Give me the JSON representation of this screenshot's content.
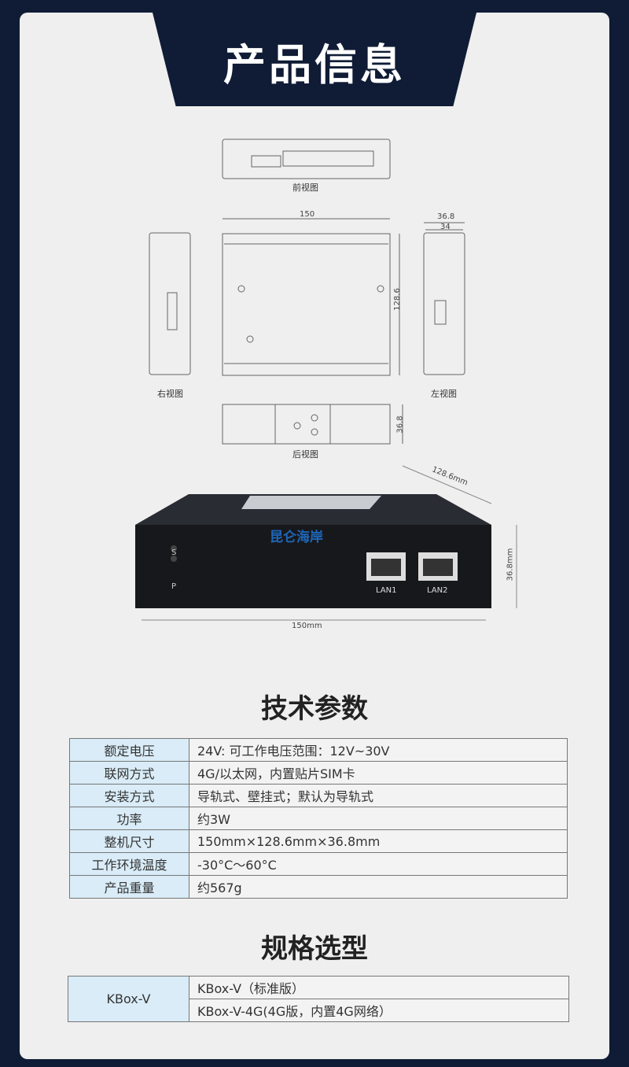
{
  "header": {
    "title": "产品信息"
  },
  "drawings": {
    "front": "前视图",
    "right": "右视图",
    "left": "左视图",
    "back": "后视图",
    "dim_150": "150",
    "dim_128_6": "128.6",
    "dim_36_8": "36.8",
    "dim_34": "34",
    "dim_back_36_8": "36.8"
  },
  "photo": {
    "brand": "昆仑海岸",
    "led_s": "S",
    "led_p": "P",
    "lan1": "LAN1",
    "lan2": "LAN2",
    "depth": "128.6mm",
    "height": "36.8mm",
    "width": "150mm"
  },
  "specs": {
    "title": "技术参数",
    "rows": [
      {
        "k": "额定电压",
        "v": "24V: 可工作电压范围：12V~30V"
      },
      {
        "k": "联网方式",
        "v": "4G/以太网，内置贴片SIM卡"
      },
      {
        "k": "安装方式",
        "v": "导轨式、壁挂式；默认为导轨式"
      },
      {
        "k": "功率",
        "v": "约3W"
      },
      {
        "k": "整机尺寸",
        "v": "150mm×128.6mm×36.8mm"
      },
      {
        "k": "工作环境温度",
        "v": "-30°C～60°C"
      },
      {
        "k": "产品重量",
        "v": "约567g"
      }
    ]
  },
  "models": {
    "title": "规格选型",
    "name": "KBox-V",
    "options": [
      "KBox-V（标准版）",
      "KBox-V-4G(4G版，内置4G网络）"
    ]
  }
}
